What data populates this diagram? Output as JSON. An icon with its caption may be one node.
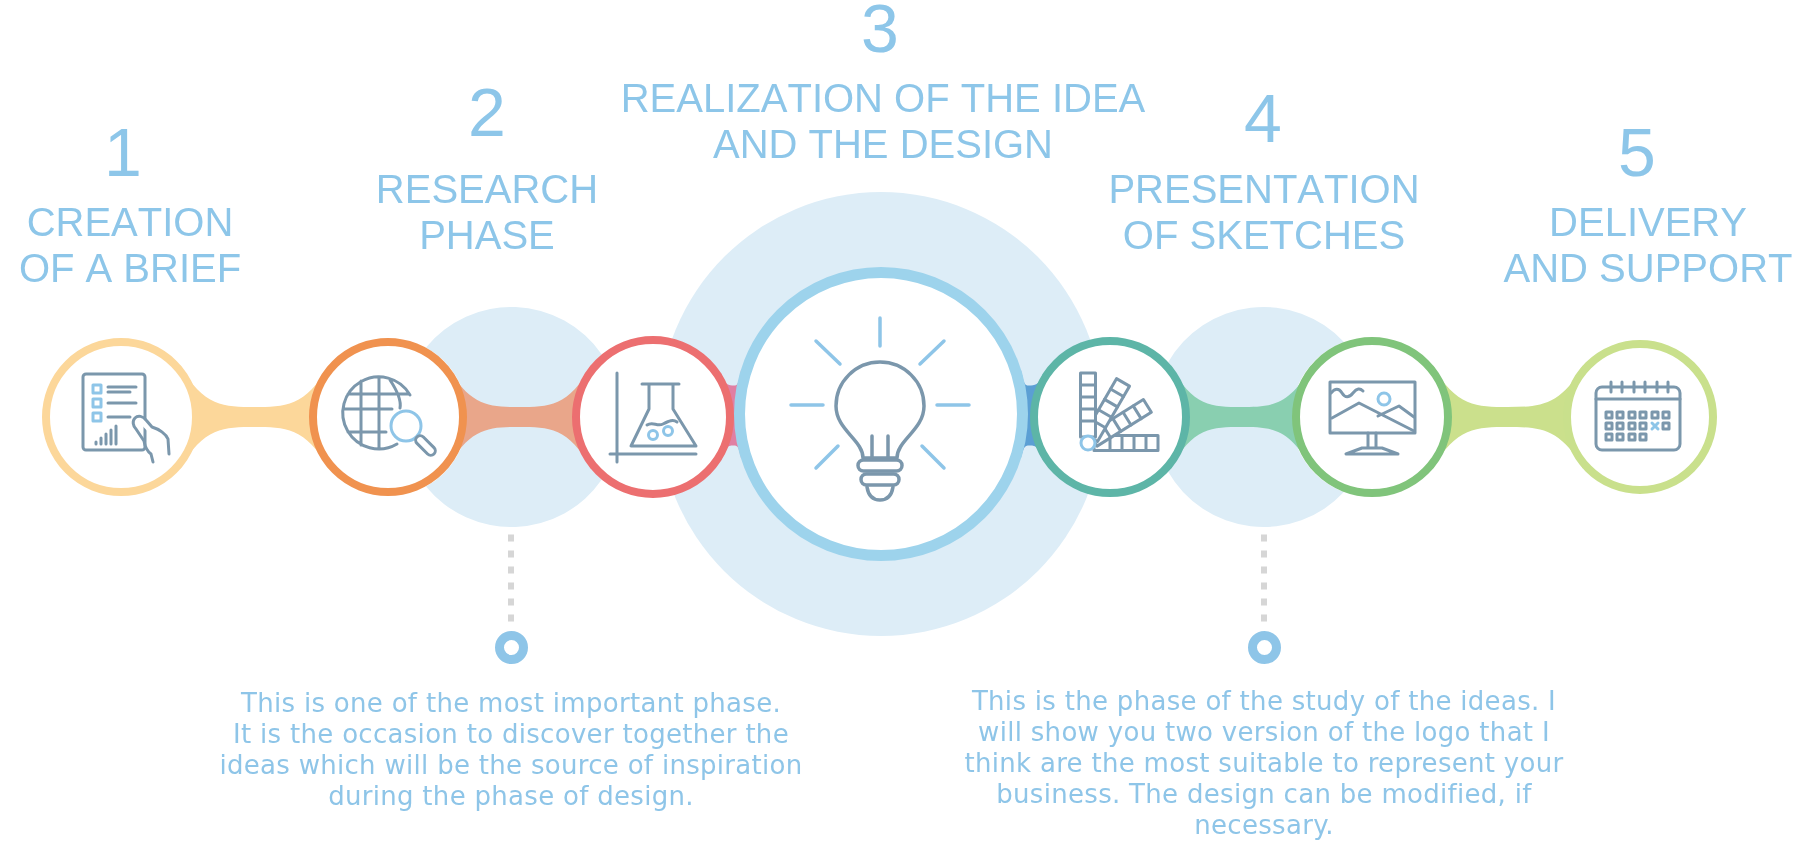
{
  "diagram": {
    "nodes": [
      {
        "text": [
          "1",
          "CREATION OF A BRIEF"
        ]
      },
      {
        "text": [],
        "shape": "circle"
      },
      {
        "text": [
          "2",
          "RESEARCH PHASE"
        ]
      },
      {
        "text": [],
        "shape": "circle"
      },
      {
        "text": [
          "3",
          "REALIZATION OF THE IDEA AND THE DESIGN"
        ]
      },
      {
        "text": [],
        "shape": "circle",
        "in": 4
      },
      {
        "text": [],
        "shape": "circle"
      },
      {
        "text": [
          "4",
          "PRESENTATION OF SKETCHES"
        ]
      },
      {
        "text": [],
        "shape": "circle"
      },
      {
        "text": [
          "5",
          "DELIVERY AND SUPPORT"
        ]
      },
      {
        "text": [],
        "shape": "circle",
        "beside": [
          "This is one of the most important phase.",
          "It is the occasion to discover together the ideas which will be the source of inspiration during the phase of design."
        ]
      },
      {
        "text": [],
        "shape": "circle",
        "beside": [
          "This is the phase of the study of the ideas. I will show you two version of the logo that I think are the most suitable to represent your business. The design can be modified, if necessary."
        ]
      }
    ],
    "edges": [
      {
        "from": 0,
        "to": 1,
        "arrow": "none",
        "color": "#fcd79a"
      },
      {
        "from": 1,
        "to": 3,
        "arrow": "none",
        "color": "#e9a68a"
      },
      {
        "from": 3,
        "to": 5,
        "arrow": "none",
        "color": "#e07fa3"
      },
      {
        "from": 5,
        "to": 6,
        "arrow": "none",
        "color": "#5b9fd4"
      },
      {
        "from": 6,
        "to": 8,
        "arrow": "none",
        "color": "#89cfb0"
      },
      {
        "from": 8,
        "to": 9,
        "arrow": "none",
        "color": "#cbe08c"
      },
      {
        "from": 10,
        "to": 2,
        "arrow": "none",
        "style": "dashed",
        "color": "#d6d6d6"
      },
      {
        "from": 11,
        "to": 7,
        "arrow": "none",
        "style": "dashed",
        "color": "#d6d6d6"
      }
    ]
  }
}
